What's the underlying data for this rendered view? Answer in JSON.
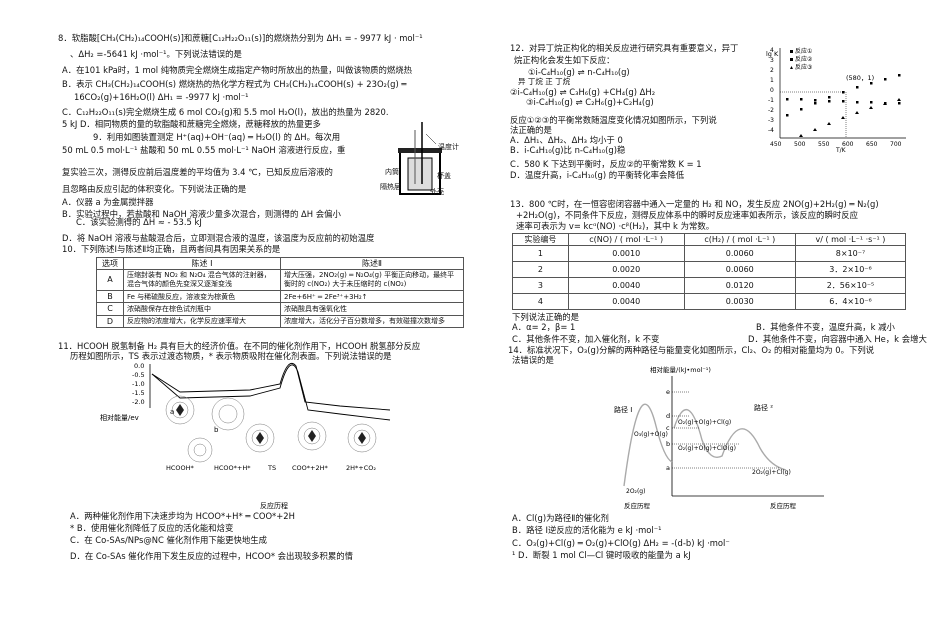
{
  "q8": {
    "stem": "8．软脂酸[CH₃(CH₂)₁₄COOH(s)]和蔗糖[C₁₂H₂₂O₁₁(s)]的燃烧热分别为 ΔH₁ = - 9977 kJ · mol⁻¹",
    "stem2": "、ΔH₂ =-5641 kJ ·mol⁻¹。下列说法错误的是",
    "A": "A．在101 kPa时，1 mol 纯物质完全燃烧生成指定产物时所放出的热量，叫做该物质的燃烧热",
    "B1": "B．表示 CH₃(CH₂)₁₄COOH(s) 燃烧热的热化学方程式为 CH₃(CH₂)₁₄COOH(s) + 23O₂(g) ═",
    "B2": "16CO₂(g)+16H₂O(l)    ΔH₁ = -9977 kJ ·mol⁻¹",
    "C": "C．C₁₂H₂₂O₁₁(s)完全燃烧生成 6 mol CO₂(g)和 5.5 mol H₂O(l)，放出的热量为 2820.",
    "C2": "5 kJ D．相同物质的量的软脂酸和蔗糖完全燃烧，蔗糖释放的热量更多"
  },
  "q9": {
    "stem": "9．利用如图装置测定 H⁺(aq)+OH⁻(aq) ═ H₂O(l) 的 ΔH。每次用",
    "stem2": "50 mL 0.5 mol·L⁻¹ 盐酸和 50 mL 0.55 mol·L⁻¹ NaOH 溶液进行反应，重",
    "stem3": "复实验三次，测得反应前后温度差的平均值为 3.4 ℃，已知反应后溶液的",
    "stem4": "且忽略由反应引起的体积变化。下列说法正确的是",
    "A": "A．仪器 a 为金属搅拌器",
    "B": "B．实验过程中，若盐酸和 NaOH 溶液少量多次混合，则测得的 ΔH 会偏小",
    "C": "C．该实验测得的 ΔH ≈ - 53.5 kJ",
    "D": "D．将 NaOH 溶液与盐酸混合后，立即测混合液的温度，该温度为反应前的初始温度",
    "fig": {
      "thermometer": "温度计",
      "inner": "内筒",
      "outer": "外壳",
      "lid": "杯盖",
      "insulation": "隔热层"
    }
  },
  "q10": {
    "stem": "10．下列陈述Ⅰ与陈述Ⅱ均正确，且两者间具有因果关系的是",
    "headers": [
      "选项",
      "陈述 Ⅰ",
      "陈述Ⅱ"
    ],
    "rows": [
      [
        "A",
        "压缩封装有 NO₂ 和 N₂O₄ 混合气体的注射器，混合气体的颜色先变深又逐渐变浅",
        "增大压强，2NO₂(g) ═ N₂O₄(g) 平衡正向移动，最终平衡时的 c(NO₂) 大于未压缩时的 c(NO₂)"
      ],
      [
        "B",
        "Fe 与稀硫酸反应，溶液变为棕黄色",
        "2Fe+6H⁺ ═ 2Fe³⁺+3H₂↑"
      ],
      [
        "C",
        "浓硝酸保存在棕色试剂瓶中",
        "浓硝酸具有强氧化性"
      ],
      [
        "D",
        "反应物的浓度增大，化学反应速率增大",
        "浓度增大，活化分子百分数增多，有效碰撞次数增多"
      ]
    ]
  },
  "q11": {
    "stem": "11．HCOOH 脱氢制备 H₂ 具有巨大的经济价值。在不同的催化剂作用下，HCOOH 脱氢部分反应",
    "stem2": "历程如图所示，TS 表示过渡态物质，* 表示物质吸附在催化剂表面。下列说法错误的是",
    "fig": {
      "ylabel": "相对能量/ev",
      "yticks": [
        "0.0",
        "-0.5",
        "-1.0",
        "-1.5",
        "-2.0"
      ],
      "xlabel": "反应历程",
      "stages": [
        "HCOOH*",
        "HCOO*+H*",
        "TS",
        "COO*+2H*",
        "2H*+CO₂"
      ],
      "marks": [
        "a",
        "b"
      ]
    },
    "A1": "A．两种催化剂作用下决速步均为 HCOO*+H* ═ COO*+2H",
    "A2": "*  B．使用催化剂降低了反应的活化能和焓变",
    "C": "C．在 Co-SAs/NPs@NC 催化剂作用下能更快地生成",
    "D": "D．在 Co-SAs 催化作用下发生反应的过程中，HCOO* 会出现较多积累的情"
  },
  "q12": {
    "stem": "12．对异丁烷正构化的相关反应进行研究具有重要意义，异丁",
    "stem2": "烷正构化会发生如下反应：",
    "r1": "①i-C₄H₁₀(g) ⇌ n-C₄H₁₀(g)",
    "r1b": "异 丁烷               正 丁烷",
    "r2": "②i-C₄H₁₀(g) ⇌ C₃H₆(g) +CH₄(g)    ΔH₂",
    "r3": "③i-C₄H₁₀(g) ⇌ C₂H₆(g)+C₂H₄(g)",
    "stem3": "反应①②③的平衡常数随温度变化情况如图所示，下列说",
    "stem4": "法正确的是",
    "A": "A．ΔH₁、ΔH₂、ΔH₃ 均小于 0",
    "B": "B．i-C₄H₁₀(g)比 n-C₄H₁₀(g)稳",
    "C": "C．580 K 下达到平衡时，反应②的平衡常数 K = 1",
    "D": "D．温度升高，i-C₄H₁₀(g) 的平衡转化率会降低",
    "fig": {
      "ylabel": "lg K",
      "yticks": [
        "4",
        "3",
        "2",
        "1",
        "0",
        "-1",
        "-2",
        "-3",
        "-4"
      ],
      "xticks": [
        "450",
        "500",
        "550",
        "600",
        "650",
        "700"
      ],
      "xunit": "T/K",
      "legend": [
        "反应①",
        "反应②",
        "反应③"
      ],
      "point": "(580，1)"
    }
  },
  "q13": {
    "stem": "13．800 ℃时，在一恒容密闭容器中通入一定量的 H₂ 和 NO，发生反应 2NO(g)+2H₂(g) ═ N₂(g)",
    "stem2": "+2H₂O(g)，不同条件下反应，测得反应体系中的瞬时反应速率如表所示，该反应的瞬时反应",
    "stem3": "速率可表示为 v= kcᵅ(NO) ·cᵝ(H₂)，其中 k 为常数。",
    "headers": [
      "实验编号",
      "c(NO) / ( mol ·L⁻¹ )",
      "c(H₂) / ( mol ·L⁻¹ )",
      "v/ ( mol ·L⁻¹ ·s⁻¹ )"
    ],
    "rows": [
      [
        "1",
        "0.0010",
        "0.0060",
        "8×10⁻⁷"
      ],
      [
        "2",
        "0.0020",
        "0.0060",
        "3．2×10⁻⁶"
      ],
      [
        "3",
        "0.0040",
        "0.0120",
        "2．56×10⁻⁵"
      ],
      [
        "4",
        "0.0040",
        "0.0030",
        "6．4×10⁻⁶"
      ]
    ],
    "stem4": "下列说法正确的是",
    "A": "A．α= 2，β= 1",
    "B": "B．其他条件不变，温度升高，k 减小",
    "C": "C．其他条件不变，加入催化剂，k 不变",
    "D": "D．其他条件不变，向容器中通入 He，k 会增大"
  },
  "q14": {
    "stem": "14．标准状况下，O₃(g)分解的两种路径与能量变化如图所示，Cl₂、O₂ 的相对能量均为 0。下列说",
    "stem2": "法错误的是",
    "fig": {
      "ylabel": "相对能量/(kJ•mol⁻¹)",
      "levels": [
        "e",
        "d",
        "c",
        "b",
        "a"
      ],
      "path1": "路径 Ⅰ",
      "path2": "路径 ²",
      "species": [
        "O₃(g)+O(g)",
        "O₂(g)+O(g)+Cl(g)",
        "O₂(g)+O(g)+ClO(g)",
        "2O₂(g)+Cl(g)",
        "2O₂(g)"
      ],
      "xlabel1": "反应历程",
      "xlabel2": "反应历程"
    },
    "A": "A．Cl(g)为路径Ⅱ的催化剂",
    "B": "B．路径 Ⅰ逆反应的活化能为 e kJ ·mol⁻¹",
    "C": "C．O₃(g)+Cl(g) ═ O₂(g)+ClO(g)   ΔH₂ = -(d-b) kJ ·mol⁻",
    "D": "¹ D．断裂 1 mol Cl—Cl 键时吸收的能量为 a kJ"
  }
}
